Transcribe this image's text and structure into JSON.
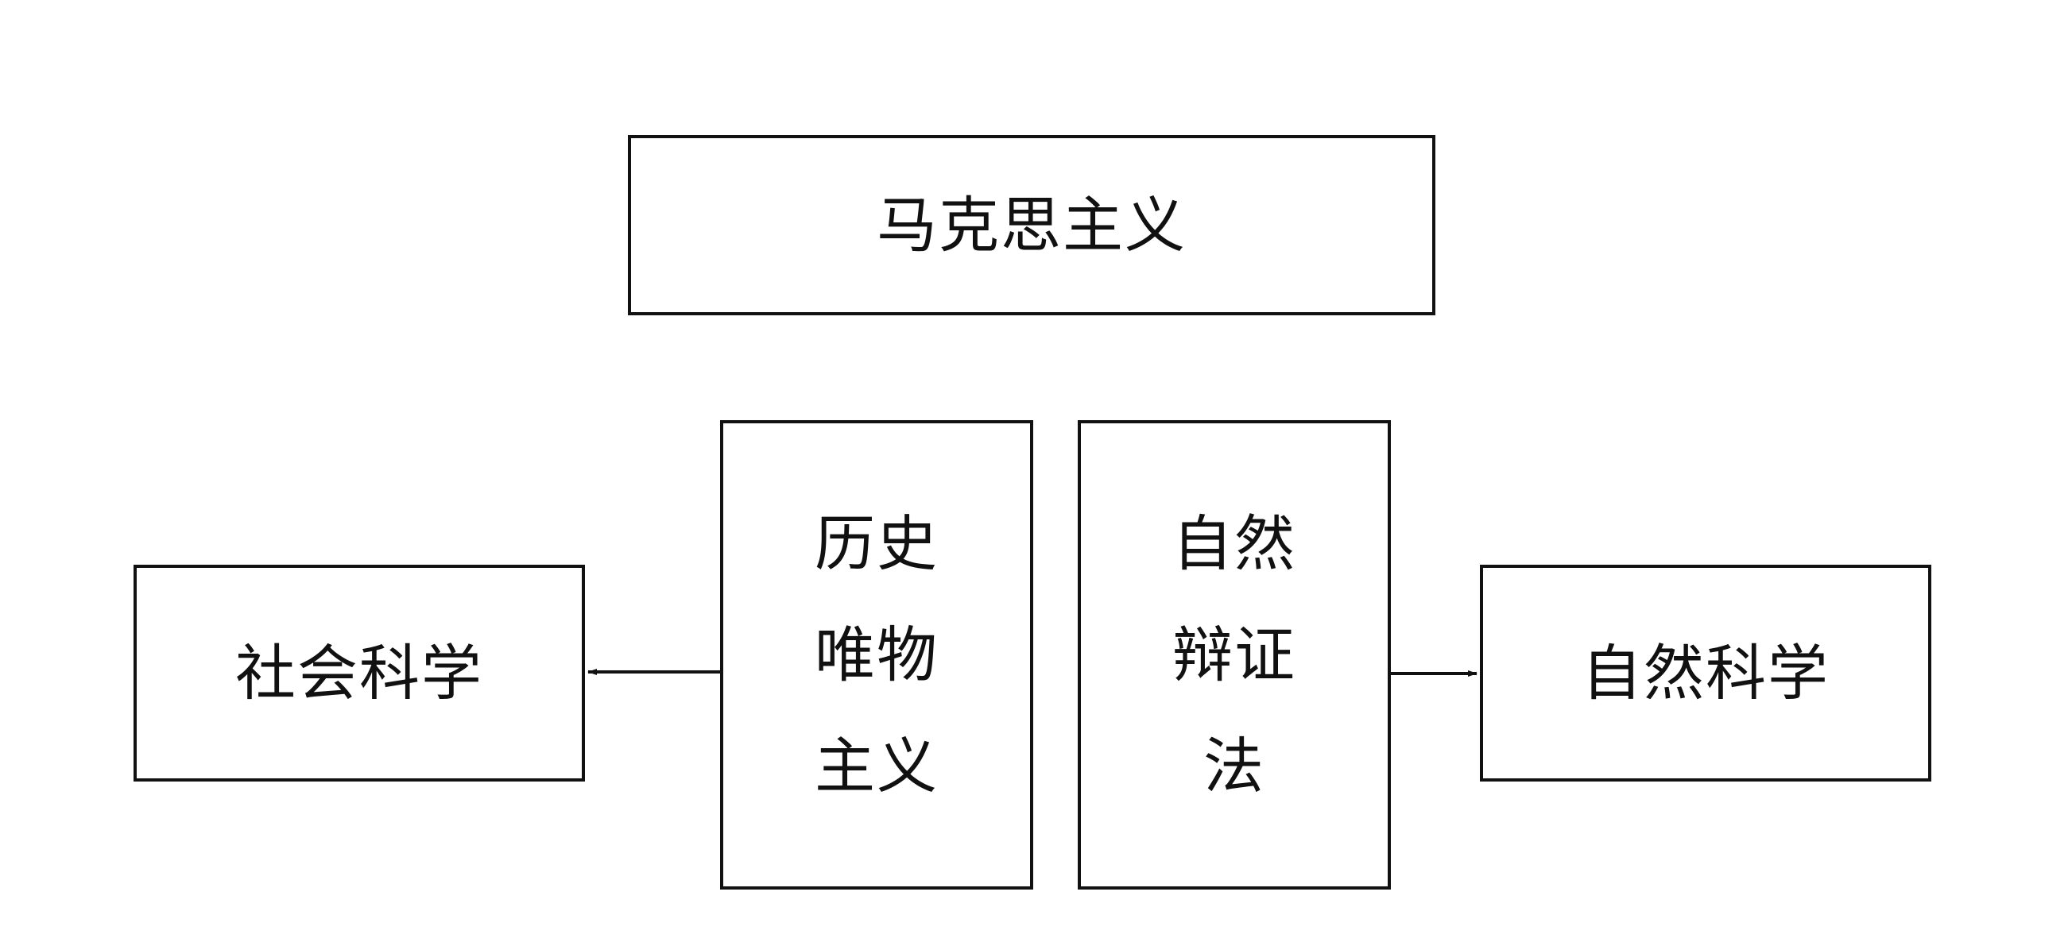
{
  "diagram": {
    "top": {
      "label": "马克思主义"
    },
    "historical_materialism": {
      "lines": [
        "历史",
        "唯物",
        "主义"
      ]
    },
    "dialectics_of_nature": {
      "lines": [
        "自然",
        "辩证",
        "法"
      ]
    },
    "social_science": {
      "label": "社会科学"
    },
    "natural_science": {
      "label": "自然科学"
    },
    "stroke_color": "#111111"
  }
}
